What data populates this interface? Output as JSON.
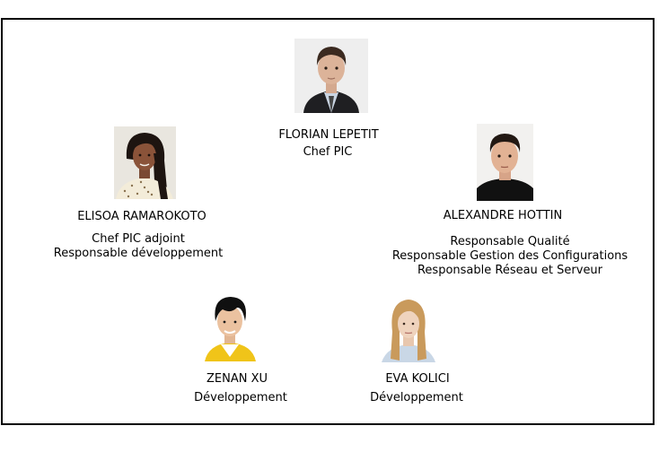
{
  "people": [
    {
      "id": "florian",
      "name": "FLORIAN LEPETIT",
      "roles": [
        "Chef PIC"
      ],
      "photo_icon": "portrait-man-suit"
    },
    {
      "id": "elisoa",
      "name": "ELISOA RAMAROKOTO",
      "roles": [
        "Chef PIC adjoint",
        "Responsable développement"
      ],
      "photo_icon": "portrait-woman-dotted-blouse"
    },
    {
      "id": "alexandre",
      "name": "ALEXANDRE HOTTIN",
      "roles": [
        "Responsable Qualité",
        "Responsable Gestion des Configurations",
        "Responsable Réseau et Serveur"
      ],
      "photo_icon": "portrait-man-black-shirt"
    },
    {
      "id": "zenan",
      "name": "ZENAN XU",
      "roles": [
        "Développement"
      ],
      "photo_icon": "portrait-boy-yellow-shirt"
    },
    {
      "id": "eva",
      "name": "EVA KOLICI",
      "roles": [
        "Développement"
      ],
      "photo_icon": "portrait-woman-blonde"
    }
  ]
}
